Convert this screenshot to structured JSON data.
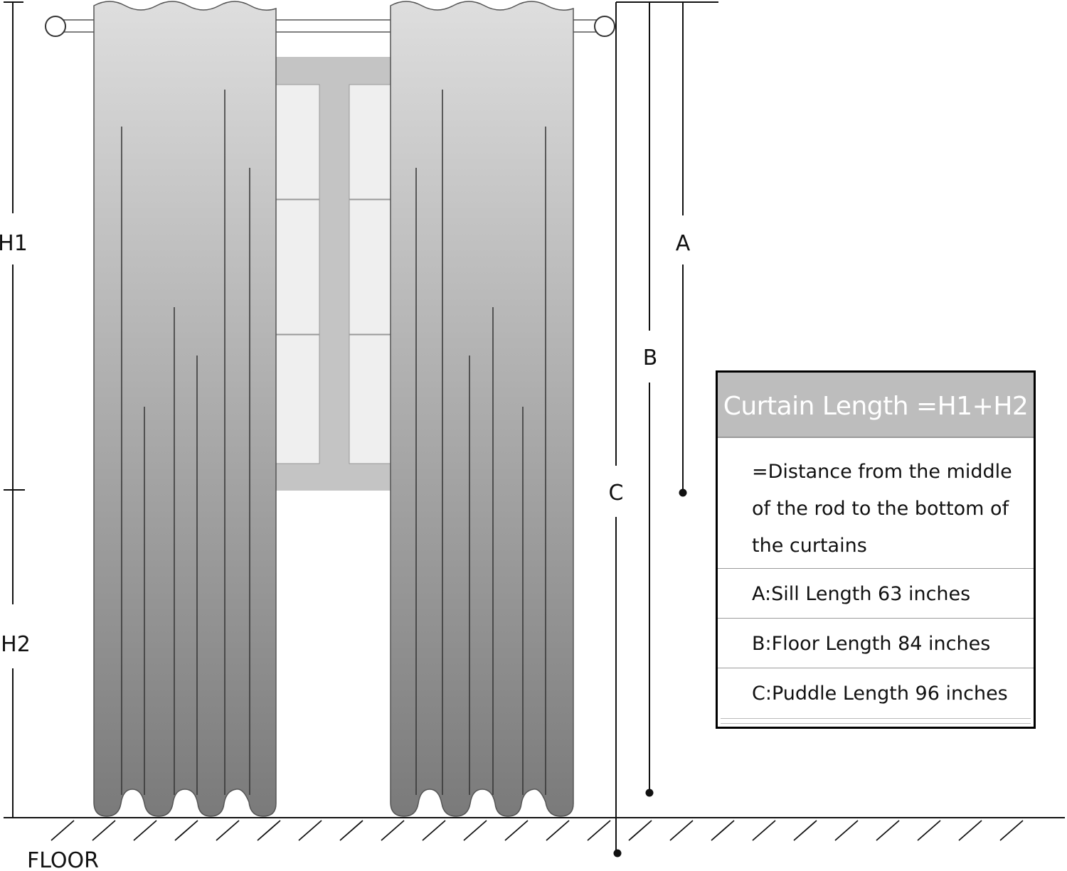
{
  "labels": {
    "h1": "H1",
    "h2": "H2",
    "a": "A",
    "b": "B",
    "c": "C",
    "floor": "FLOOR"
  },
  "legend": {
    "title": "Curtain Length =H1+H2",
    "description_lines": [
      "=Distance from the middle",
      "of the rod to the bottom of",
      "the curtains"
    ],
    "rows": [
      "A:Sill Length 63 inches",
      "B:Floor Length 84 inches",
      "C:Puddle Length 96 inches"
    ]
  },
  "colors": {
    "curtain_top": "#dedede",
    "curtain_bottom": "#7a7a7a",
    "window_frame": "#c4c4c4",
    "window_pane": "#efefef",
    "legend_header": "#bdbdbd",
    "line": "#111111"
  }
}
